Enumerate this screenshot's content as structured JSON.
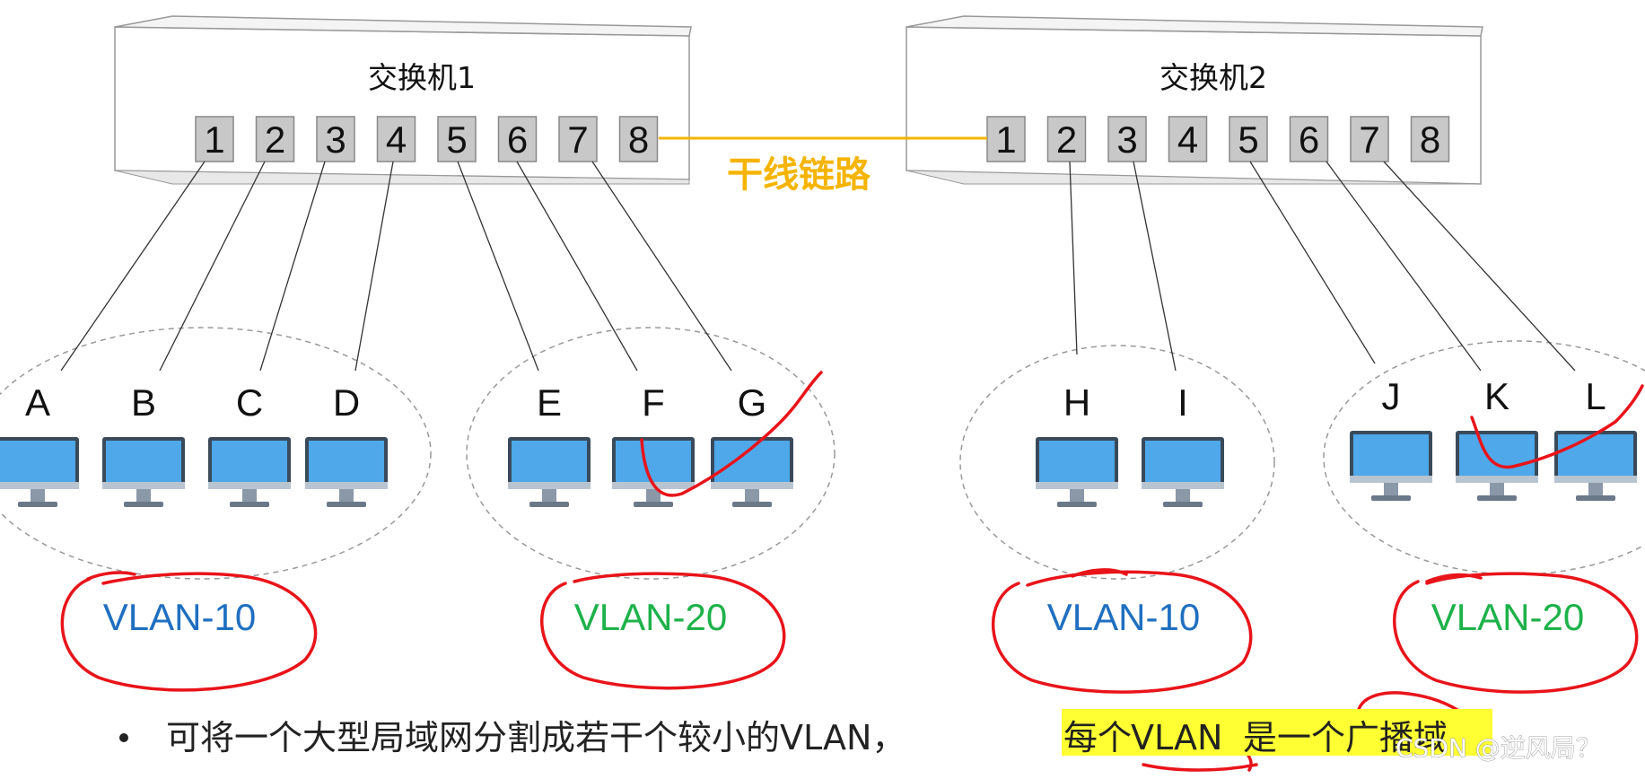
{
  "switches": [
    {
      "title": "交换机1",
      "ports": [
        "1",
        "2",
        "3",
        "4",
        "5",
        "6",
        "7",
        "8"
      ]
    },
    {
      "title": "交换机2",
      "ports": [
        "1",
        "2",
        "3",
        "4",
        "5",
        "6",
        "7",
        "8"
      ]
    }
  ],
  "trunk_label": "干线链路",
  "hosts": [
    "A",
    "B",
    "C",
    "D",
    "E",
    "F",
    "G",
    "H",
    "I",
    "J",
    "K",
    "L"
  ],
  "vlans": [
    {
      "label": "VLAN-10",
      "color": "#1f6fc0"
    },
    {
      "label": "VLAN-20",
      "color": "#1db24a"
    },
    {
      "label": "VLAN-10",
      "color": "#1f6fc0"
    },
    {
      "label": "VLAN-20",
      "color": "#1db24a"
    }
  ],
  "bullet": {
    "text_plain": "可将一个大型局域网分割成若干个较小的VLAN，",
    "text_highlight_1": "每个",
    "text_vlan": "VLAN",
    "text_highlight_2": "是一个广播域"
  },
  "watermark": "CSDN @逆风局？",
  "colors": {
    "trunk": "#f5b400",
    "highlight": "#ffff33",
    "annotation": "#e8141a",
    "monitor": "#4ea8ea"
  }
}
